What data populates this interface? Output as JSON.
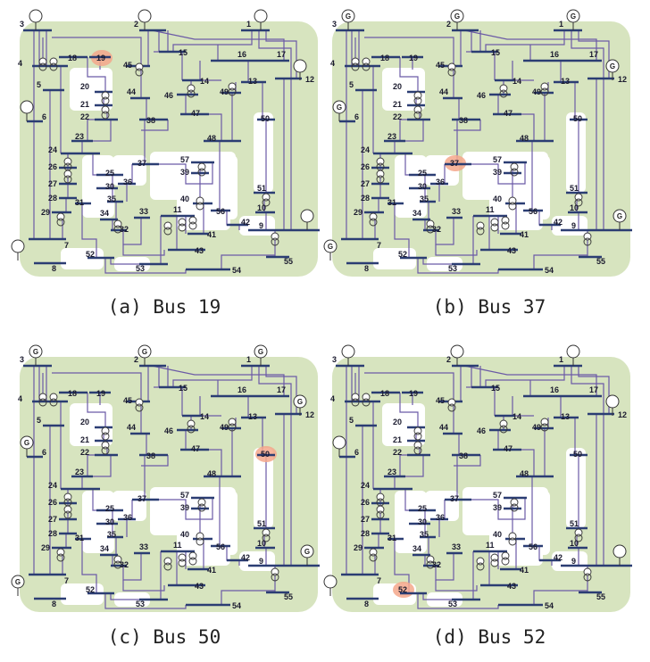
{
  "colors": {
    "region": "#d7e4bf",
    "bus": "#2b3d73",
    "line": "#6b5aa6",
    "highlight": "#f4a78b",
    "white": "#ffffff"
  },
  "bus_labels": [
    "1",
    "2",
    "3",
    "4",
    "5",
    "6",
    "7",
    "8",
    "9",
    "10",
    "11",
    "12",
    "13",
    "14",
    "15",
    "16",
    "17",
    "18",
    "19",
    "20",
    "21",
    "22",
    "23",
    "24",
    "25",
    "26",
    "27",
    "28",
    "29",
    "30",
    "31",
    "32",
    "33",
    "34",
    "35",
    "36",
    "37",
    "38",
    "39",
    "40",
    "41",
    "42",
    "43",
    "44",
    "45",
    "46",
    "47",
    "48",
    "49",
    "50",
    "51",
    "52",
    "53",
    "54",
    "55",
    "56",
    "57"
  ],
  "generator_symbol": "G",
  "panels": [
    {
      "caption": "(a) Bus 19",
      "highlight": "19",
      "generators": "open"
    },
    {
      "caption": "(b) Bus 37",
      "highlight": "37",
      "generators": "labeled"
    },
    {
      "caption": "(c) Bus 50",
      "highlight": "50",
      "generators": "labeled"
    },
    {
      "caption": "(d) Bus 52",
      "highlight": "52",
      "generators": "open"
    }
  ]
}
